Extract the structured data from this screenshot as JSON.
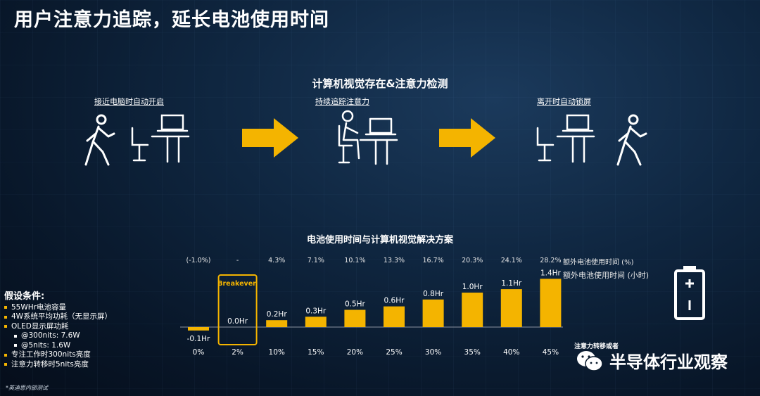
{
  "title": "用户注意力追踪，延长电池使用时间",
  "top_section": {
    "heading": "计算机视觉存在&注意力检测",
    "stages": [
      "接近电脑时自动开启",
      "持续追踪注意力",
      "离开时自动锁屏"
    ]
  },
  "chart_data": {
    "type": "bar",
    "title": "电池使用时间与计算机视觉解决方案",
    "categories": [
      "0%",
      "2%",
      "10%",
      "15%",
      "20%",
      "25%",
      "30%",
      "35%",
      "40%",
      "45%"
    ],
    "values": [
      -0.1,
      0.0,
      0.2,
      0.3,
      0.5,
      0.6,
      0.8,
      1.0,
      1.1,
      1.4
    ],
    "value_labels": [
      "-0.1Hr",
      "0.0Hr",
      "0.2Hr",
      "0.3Hr",
      "0.5Hr",
      "0.6Hr",
      "0.8Hr",
      "1.0Hr",
      "1.1Hr",
      "1.4Hr"
    ],
    "percent_labels": [
      "(-1.0%)",
      "-",
      "4.3%",
      "7.1%",
      "10.1%",
      "13.3%",
      "16.7%",
      "20.3%",
      "24.1%",
      "28.2%"
    ],
    "legend_percent": "额外电池使用时间 (%)",
    "legend_hours": "额外电池使用时间 (小时)",
    "highlight_index": 1,
    "highlight_label": "Breakeven",
    "x_note": "注意力转移或者",
    "colors": {
      "bar": "#f4b400",
      "highlight": "#f4b400"
    }
  },
  "assumptions": {
    "heading": "假设条件:",
    "items": [
      {
        "level": 1,
        "text": "55WHr电池容量"
      },
      {
        "level": 1,
        "text": "4W系统平均功耗（无显示屏）"
      },
      {
        "level": 1,
        "text": "OLED显示屏功耗"
      },
      {
        "level": 2,
        "text": "@300nits: 7.6W"
      },
      {
        "level": 2,
        "text": "@5nits: 1.6W"
      },
      {
        "level": 1,
        "text": "专注工作时300nits亮度"
      },
      {
        "level": 1,
        "text": "注意力转移时5nits亮度"
      }
    ]
  },
  "footnote": "*英迪思内部测试",
  "watermark": "半导体行业观察",
  "icons": [
    "walking-person-icon",
    "desk-laptop-icon",
    "seated-person-at-desk-icon",
    "right-arrow-icon",
    "battery-icon",
    "wechat-icon"
  ]
}
